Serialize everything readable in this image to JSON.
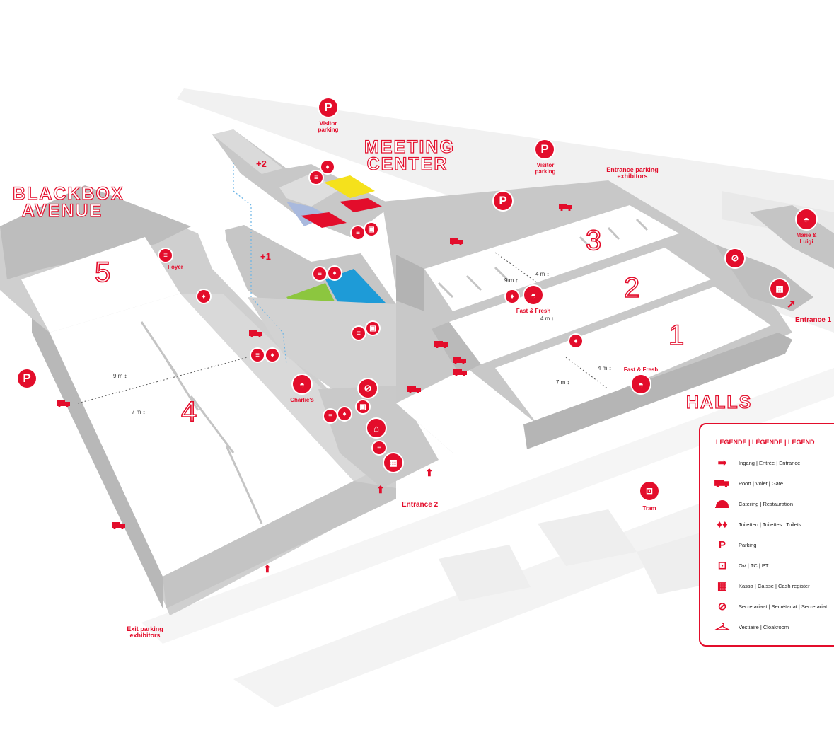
{
  "colors": {
    "accent": "#e30d2b",
    "building": "#d6d6d6",
    "floor_white": "#ffffff",
    "room_green": "#8cc63f",
    "room_blue": "#1e9bd7",
    "room_yellow": "#f5e11c",
    "room_red": "#e30d2b",
    "room_lavender": "#a9b9dd"
  },
  "areas": {
    "blackbox": "BLACKBOX\nAVENUE",
    "meeting_center": "MEETING\nCENTER",
    "halls": "HALLS"
  },
  "hall_numbers": {
    "h1": "1",
    "h2": "2",
    "h3": "3",
    "h4": "4",
    "h5": "5"
  },
  "floors": {
    "plus2": "+2",
    "plus1": "+1"
  },
  "labels": {
    "visitor_parking_top": "Visitor\nparking",
    "visitor_parking_right": "Visitor\nparking",
    "entrance_parking_exhibitors": "Entrance parking\nexhibitors",
    "exit_parking_exhibitors": "Exit parking\nexhibitors",
    "entrance_1": "Entrance 1",
    "entrance_2": "Entrance 2",
    "foyer": "Foyer",
    "charlies": "Charlie's",
    "fast_fresh_top": "Fast & Fresh",
    "fast_fresh_bottom": "Fast & Fresh",
    "marie_luigi": "Marie &\nLuigi",
    "tram": "Tram"
  },
  "dimensions": {
    "d4_9m": "9 m ↕",
    "d4_7m": "7 m ↕",
    "d3_4m": "4 m ↕",
    "d3_9m": "9 m ↕",
    "d2_4m": "4 m ↕",
    "d1_4m": "4 m ↕",
    "d1_7m": "7 m ↕"
  },
  "legend": {
    "title": "LEGENDE | LÉGENDE | LEGEND",
    "items": [
      {
        "icon": "entrance-arrow-icon",
        "text": "Ingang | Entrée | Entrance"
      },
      {
        "icon": "truck-gate-icon",
        "text": "Poort | Volet | Gate"
      },
      {
        "icon": "catering-cloche-icon",
        "text": "Catering | Restauration"
      },
      {
        "icon": "toilets-icon",
        "text": "Toiletten | Toilettes | Toilets"
      },
      {
        "icon": "parking-icon",
        "text": "Parking"
      },
      {
        "icon": "tram-icon",
        "text": "OV | TC | PT"
      },
      {
        "icon": "cash-register-icon",
        "text": "Kassa | Caisse | Cash register"
      },
      {
        "icon": "paperclip-icon",
        "text": "Secretariaat | Secrétariat | Secretariat"
      },
      {
        "icon": "hanger-icon",
        "text": "Vestiaire | Cloakroom"
      }
    ]
  }
}
